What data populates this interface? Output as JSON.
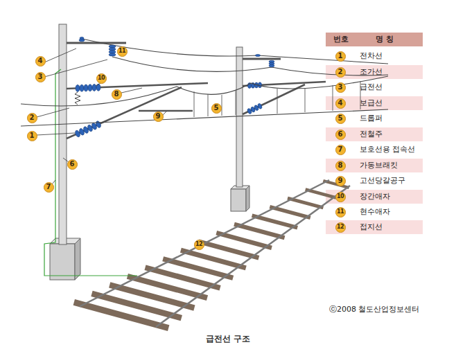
{
  "diagram": {
    "caption": "급전선 구조",
    "labels": [
      "4",
      "3",
      "11",
      "10",
      "8",
      "2",
      "9",
      "5",
      "1",
      "6",
      "7",
      "12",
      "번호",
      "명 칭",
      "1",
      "전차선",
      "2",
      "조가선",
      "3",
      "급전선",
      "4",
      "보급선",
      "5",
      "드롭퍼",
      "6",
      "전철주",
      "7",
      "보호선용 접속선",
      "8",
      "가동브래킷",
      "9",
      "고선당갈공구",
      "10",
      "장간애자",
      "11",
      "현수애자",
      "12",
      "접지선",
      "ⓒ2008 철도산업정보센터"
    ]
  }
}
